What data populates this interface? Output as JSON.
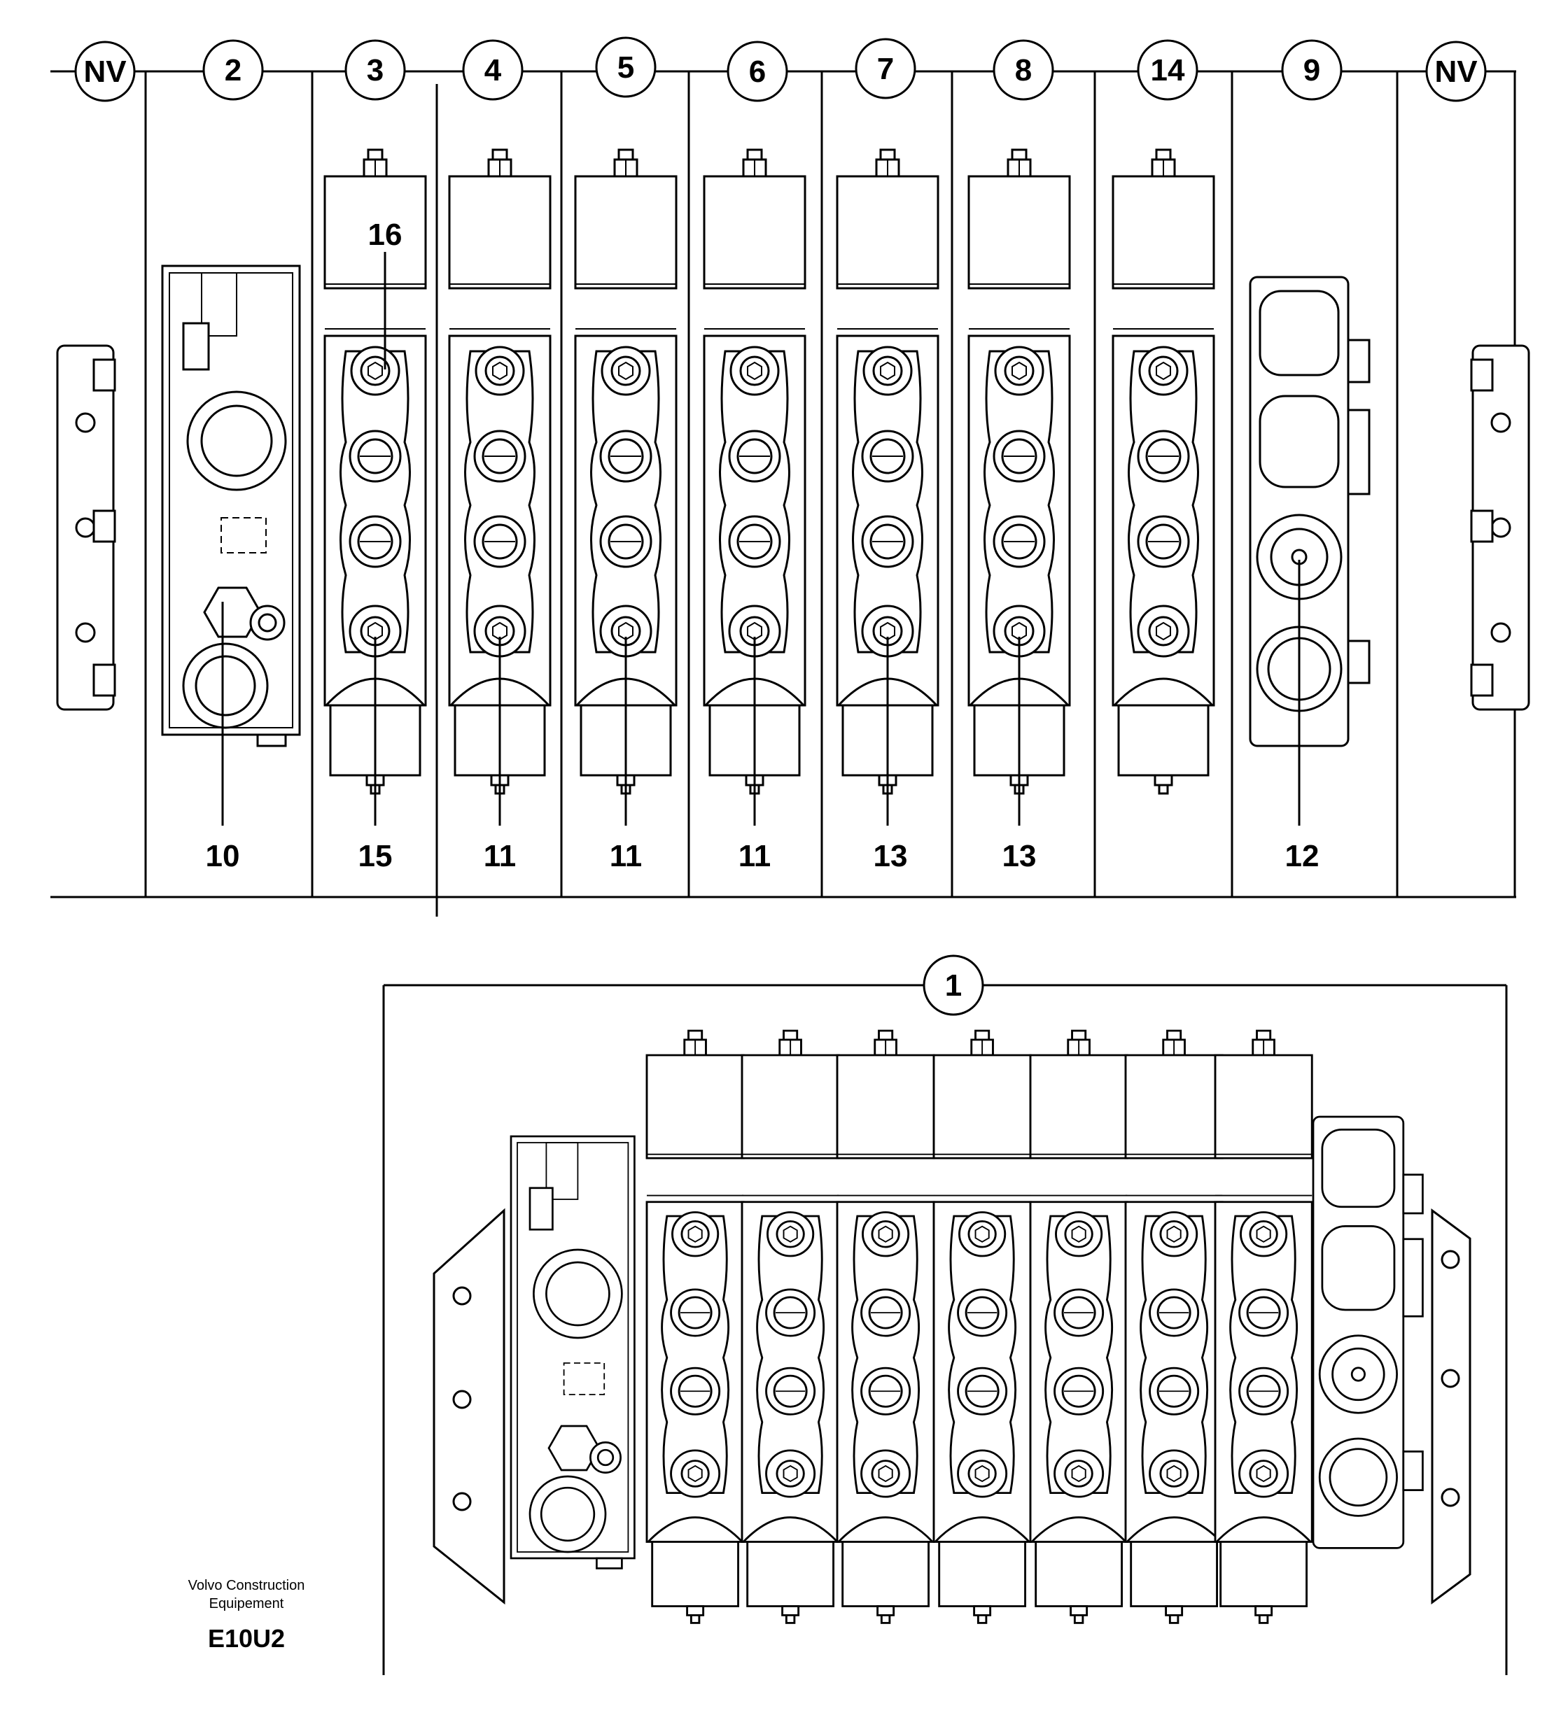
{
  "top_section": {
    "header_callouts": [
      "NV",
      "2",
      "3",
      "4",
      "5",
      "6",
      "7",
      "8",
      "14",
      "9",
      "NV"
    ],
    "inner_callout_16": "16",
    "bottom_labels": {
      "section_2": "10",
      "section_3": "15",
      "section_4": "11",
      "section_5": "11",
      "section_6": "11",
      "section_7": "13",
      "section_8": "13",
      "section_9": "12"
    }
  },
  "assembly": {
    "callout": "1"
  },
  "footer": {
    "company_line1": "Volvo Construction",
    "company_line2": "Equipement",
    "code": "E10U2"
  }
}
